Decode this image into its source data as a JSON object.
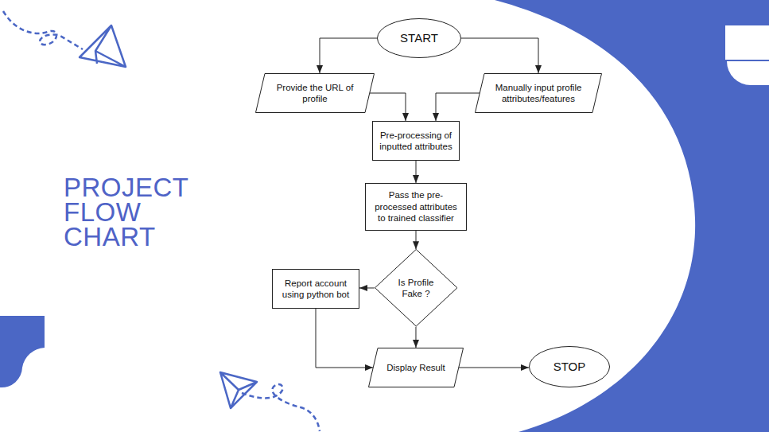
{
  "diagram": {
    "title": "PROJECT FLOW CHART",
    "nodes": [
      {
        "text": [
          "START"
        ]
      },
      {
        "text": [
          "Provide the URL of profile"
        ]
      },
      {
        "text": [
          "Manually input profile attributes/features"
        ]
      },
      {
        "text": [
          "Pre-processing of inputted attributes"
        ]
      },
      {
        "text": [
          "Pass the pre-processed attributes to trained classifier"
        ]
      },
      {
        "text": [
          "Is Profile Fake ?"
        ]
      },
      {
        "text": [
          "Report account using python bot"
        ]
      },
      {
        "text": [
          "Display Result"
        ]
      },
      {
        "text": [
          "STOP"
        ]
      }
    ],
    "edges": [
      {
        "from": 0,
        "to": 1,
        "arrow": "to"
      },
      {
        "from": 0,
        "to": 2,
        "arrow": "to"
      },
      {
        "from": 1,
        "to": 3,
        "arrow": "to"
      },
      {
        "from": 2,
        "to": 3,
        "arrow": "to"
      },
      {
        "from": 3,
        "to": 4,
        "arrow": "to"
      },
      {
        "from": 4,
        "to": 5,
        "arrow": "to"
      },
      {
        "from": 5,
        "to": 6,
        "arrow": "to"
      },
      {
        "from": 5,
        "to": 7,
        "arrow": "to"
      },
      {
        "from": 6,
        "to": 7,
        "arrow": "to"
      },
      {
        "from": 7,
        "to": 8,
        "arrow": "to"
      }
    ]
  }
}
